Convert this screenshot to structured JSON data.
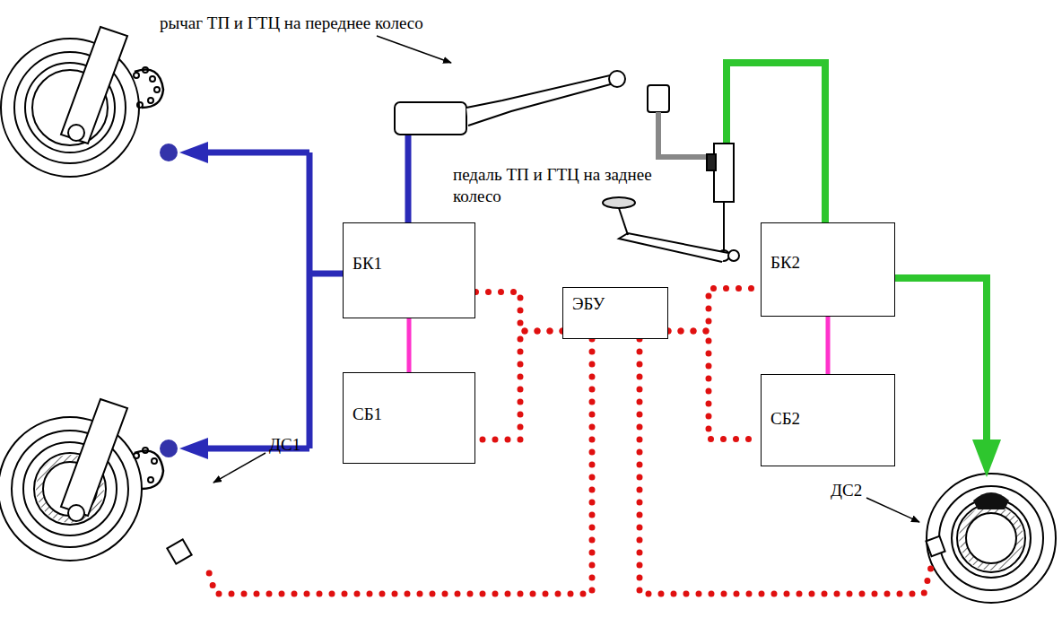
{
  "diagram": {
    "nodes": [
      {
        "text": [
          "БК1"
        ]
      },
      {
        "text": [
          "БК2"
        ]
      },
      {
        "text": [
          "ЭБУ"
        ]
      },
      {
        "text": [
          "СБ1"
        ]
      },
      {
        "text": [
          "СБ2"
        ]
      }
    ],
    "edges": [
      {
        "from": 0,
        "to": 3,
        "arrow": "none"
      },
      {
        "from": 1,
        "to": 4,
        "arrow": "none"
      },
      {
        "from": 2,
        "to": 0,
        "arrow": "none"
      },
      {
        "from": 2,
        "to": 3,
        "arrow": "none"
      },
      {
        "from": 2,
        "to": 1,
        "arrow": "none"
      },
      {
        "from": 2,
        "to": 4,
        "arrow": "none"
      }
    ],
    "labels": [
      "рычаг ТП и ГТЦ на переднее колесо",
      "педаль ТП и ГТЦ на заднее колесо",
      "ДС1",
      "ДС2"
    ]
  }
}
